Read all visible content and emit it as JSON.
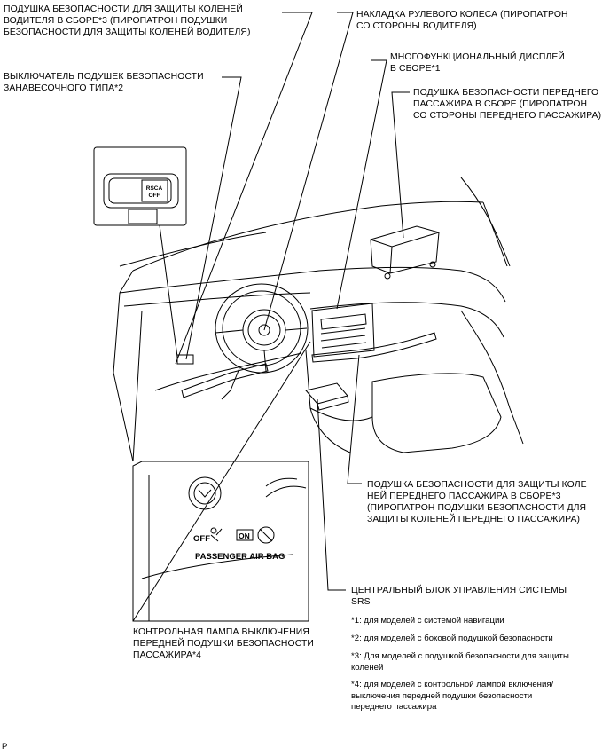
{
  "labels": {
    "knee_airbag_driver": [
      "ПОДУШКА БЕЗОПАСНОСТИ ДЛЯ ЗАЩИТЫ КОЛЕНЕЙ",
      "ВОДИТЕЛЯ В СБОРЕ*3 (ПИРОПАТРОН ПОДУШКИ",
      "БЕЗОПАСНОСТИ ДЛЯ ЗАЩИТЫ КОЛЕНЕЙ ВОДИТЕЛЯ)"
    ],
    "steering_pad": [
      "НАКЛАДКА РУЛЕВОГО КОЛЕСА (ПИРОПАТРОН",
      "СО СТОРОНЫ ВОДИТЕЛЯ)"
    ],
    "multi_display": [
      "МНОГОФУНКЦИОНАЛЬНЫЙ ДИСПЛЕЙ",
      "В СБОРЕ*1"
    ],
    "curtain_switch": [
      "ВЫКЛЮЧАТЕЛЬ ПОДУШЕК БЕЗОПАСНОСТИ",
      "ЗАНАВЕСОЧНОГО ТИПА*2"
    ],
    "front_passenger_airbag": [
      "ПОДУШКА БЕЗОПАСНОСТИ ПЕРЕДНЕГО",
      "ПАССАЖИРА В СБОРЕ (ПИРОПАТРОН",
      "СО СТОРОНЫ ПЕРЕДНЕГО ПАССАЖИРА)"
    ],
    "knee_airbag_passenger": [
      "ПОДУШКА БЕЗОПАСНОСТИ ДЛЯ ЗАЩИТЫ КОЛЕ",
      "НЕЙ ПЕРЕДНЕГО ПАССАЖИРА В СБОРЕ*3",
      "(ПИРОПАТРОН ПОДУШКИ БЕЗОПАСНОСТИ ДЛЯ",
      "ЗАЩИТЫ КОЛЕНЕЙ ПЕРЕДНЕГО ПАССАЖИРА)"
    ],
    "srs_ecu": [
      "ЦЕНТРАЛЬНЫЙ БЛОК УПРАВЛЕНИЯ СИСТЕМЫ",
      "SRS"
    ],
    "indicator_lamp": [
      "КОНТРОЛЬНАЯ ЛАМПА ВЫКЛЮЧЕНИЯ",
      "ПЕРЕДНЕЙ ПОДУШКИ БЕЗОПАСНОСТИ",
      "ПАССАЖИРА*4"
    ]
  },
  "notes": [
    [
      "*1: для моделей с системой навигации"
    ],
    [
      "*2: для моделей с боковой подушкой безопасности"
    ],
    [
      "*3: Для моделей с подушкой безопасности для защиты",
      "коленей"
    ],
    [
      "*4: для моделей с контрольной лампой включения/",
      "выключения передней подушки безопасности",
      "переднего пассажира"
    ]
  ],
  "inset_switch": {
    "text_line1": "RSCA",
    "text_line2": "OFF"
  },
  "inset_lamp": {
    "off": "OFF",
    "on": "ON",
    "caption": "PASSENGER  AIR BAG"
  },
  "corner_mark": "P"
}
